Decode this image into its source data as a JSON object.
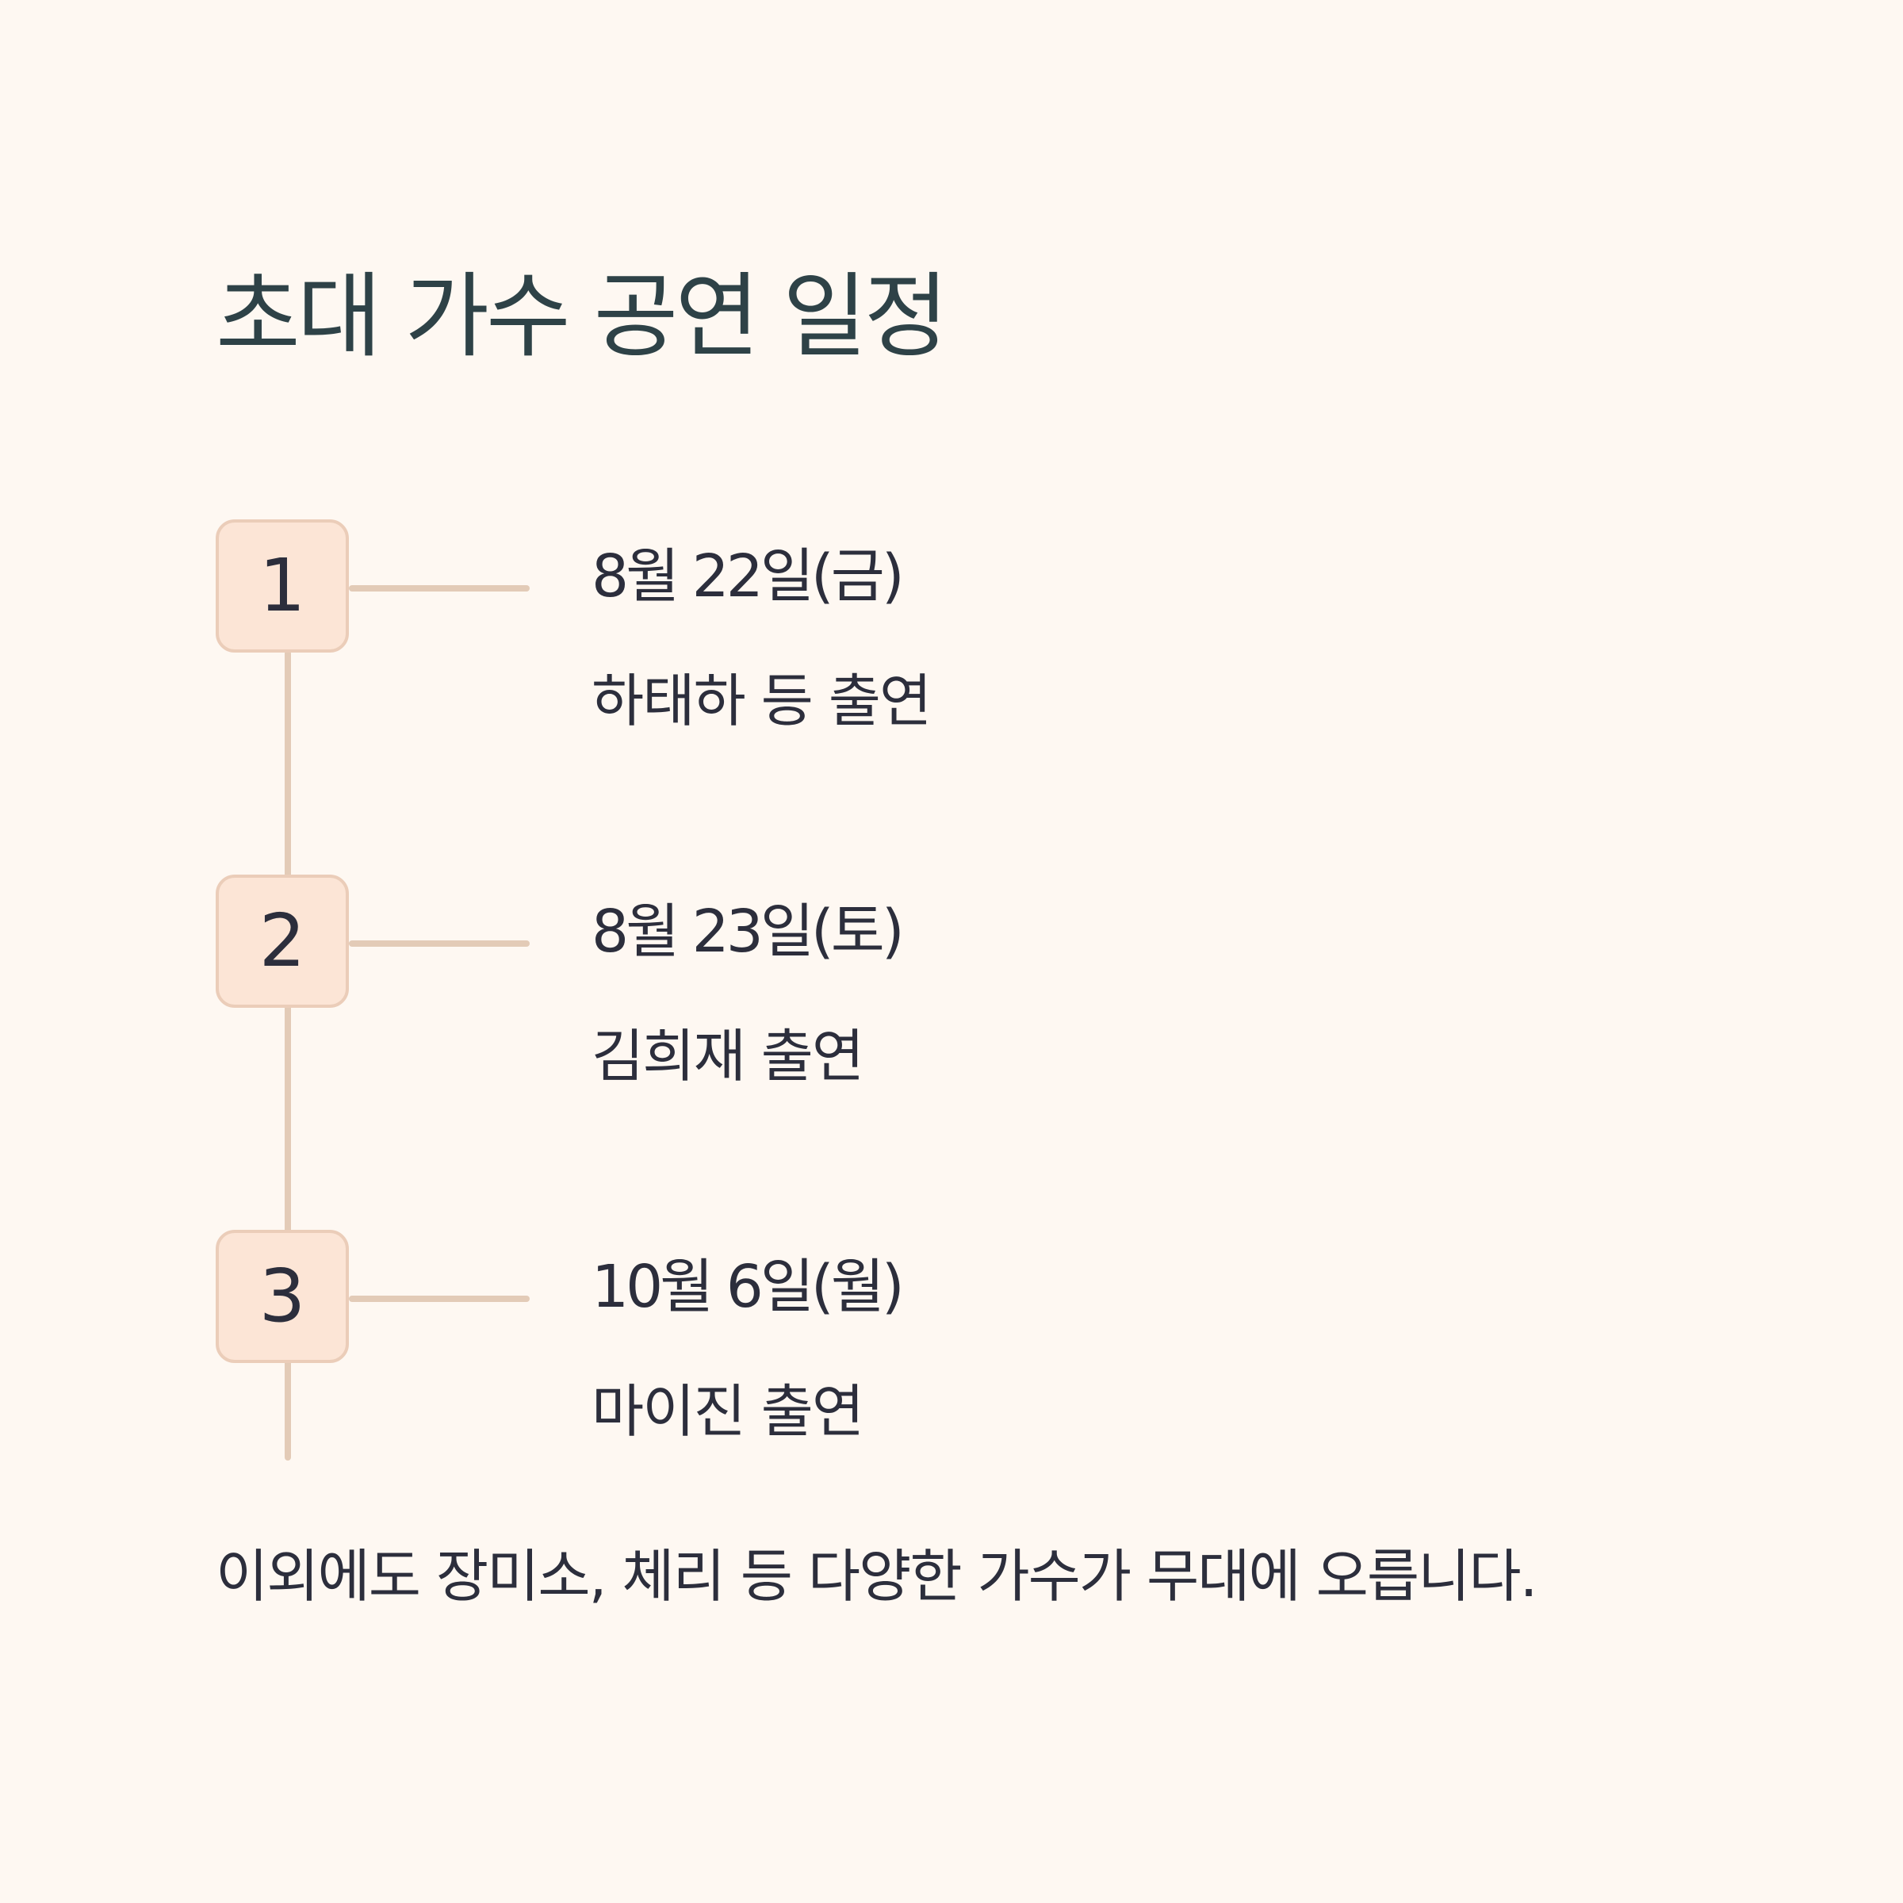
{
  "title": "초대 가수 공연 일정",
  "schedule": [
    {
      "number": "1",
      "date": "8월 22일(금)",
      "performers": "하태하 등 출연"
    },
    {
      "number": "2",
      "date": "8월 23일(토)",
      "performers": "김희재 출연"
    },
    {
      "number": "3",
      "date": "10월 6일(월)",
      "performers": "마이진 출연"
    }
  ],
  "footer": "이외에도 장미소, 체리 등 다양한 가수가 무대에 오릅니다.",
  "colors": {
    "background": "#fef8f2",
    "title": "#2e4247",
    "text": "#2c2e3c",
    "step_box_fill": "#fce5d6",
    "step_box_border": "#ebcdb9",
    "timeline": "#e3cbb7"
  }
}
